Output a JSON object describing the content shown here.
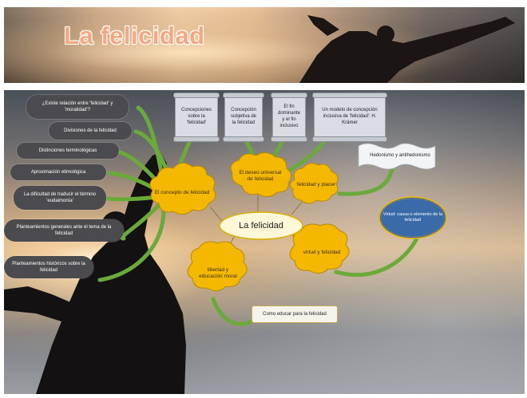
{
  "header": {
    "title": "La felicidad"
  },
  "diagram": {
    "center": "La felicidad",
    "left_pills": [
      "¿Existe relación entre 'felicidad' y 'moralidad'?",
      "Divisiones de la felicidad",
      "Distinciones terminológicas",
      "Aproximación etimológica",
      "La dificultad de traducir el término 'eudaimonía'",
      "Planteamientos generales ante el tema de la felicidad",
      "Planteamientos históricos sobre la felicidad"
    ],
    "top_scrolls": [
      "Concepciones sobre la 'felicidad'",
      "Concepción subjetiva de la felicidad",
      "El fin dominante y el fin inclusivo",
      "Un modelo de concepción inclusiva de 'felicidad': H. Krämer"
    ],
    "clouds": {
      "concepto": "El concepto de felicidad",
      "deseo": "El deseo universal de felicidad",
      "placer": "felicidad y placer",
      "virtud": "virtud y felicidad",
      "libertad": "libertad y educación moral"
    },
    "flag": "Hedonismo y antihedonismo",
    "circle": "Virtud: causa o elemento de la felicidad",
    "bottom_box": "Como educar para la felicidad"
  },
  "colors": {
    "cloud_fill": "#f5b800",
    "cloud_stroke": "#b88a00",
    "arrow_green": "#6aaa3a",
    "pill_bg": "#4b4b4f",
    "circle_fill": "#3a6aa8"
  }
}
